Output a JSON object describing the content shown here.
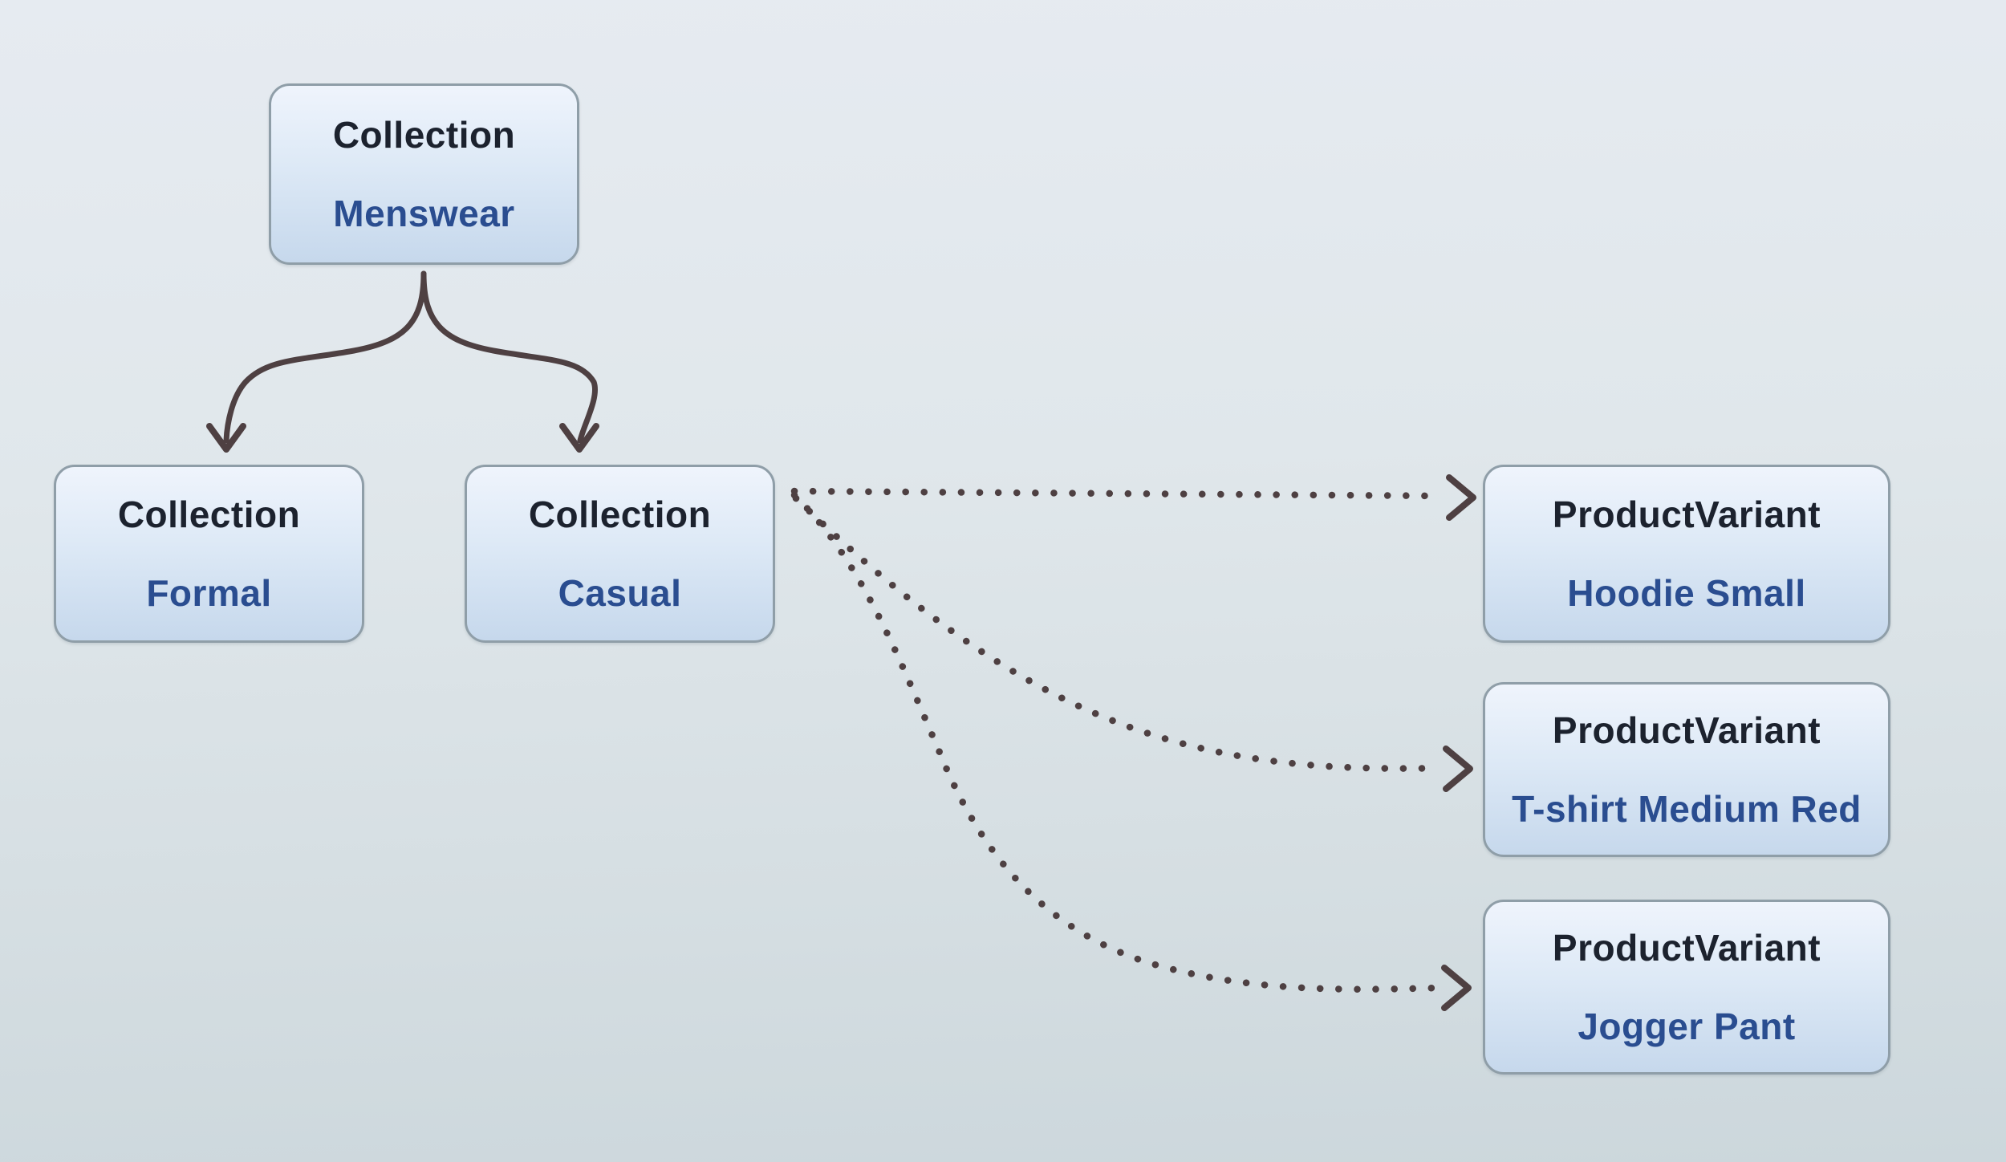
{
  "diagram": {
    "type": "entity-relationship-tree",
    "nodes": [
      {
        "id": "menswear",
        "entity": "Collection",
        "name": "Menswear"
      },
      {
        "id": "formal",
        "entity": "Collection",
        "name": "Formal"
      },
      {
        "id": "casual",
        "entity": "Collection",
        "name": "Casual"
      },
      {
        "id": "hoodie-small",
        "entity": "ProductVariant",
        "name": "Hoodie Small"
      },
      {
        "id": "tshirt-medium-red",
        "entity": "ProductVariant",
        "name": "T-shirt Medium Red"
      },
      {
        "id": "jogger-pant",
        "entity": "ProductVariant",
        "name": "Jogger Pant"
      }
    ],
    "edges": [
      {
        "from": "Menswear",
        "to": "Formal",
        "line": "solid",
        "arrowhead": "open-v-down"
      },
      {
        "from": "Menswear",
        "to": "Casual",
        "line": "solid",
        "arrowhead": "open-v-down"
      },
      {
        "from": "Casual",
        "to": "Hoodie Small",
        "line": "dotted",
        "arrowhead": "chevron-right"
      },
      {
        "from": "Casual",
        "to": "T-shirt Medium Red",
        "line": "dotted",
        "arrowhead": "chevron-right"
      },
      {
        "from": "Casual",
        "to": "Jogger Pant",
        "line": "dotted",
        "arrowhead": "chevron-right"
      }
    ],
    "colors": {
      "arrow": "#4e4042",
      "node_border": "#8f9ea8",
      "node_fill_top": "#eff4fc",
      "node_fill_bottom": "#c6d8ec",
      "entity_text": "#1c222e",
      "name_text": "#2a4d90",
      "background_top": "#e6ebf1",
      "background_bottom": "#ccd7dc"
    }
  }
}
